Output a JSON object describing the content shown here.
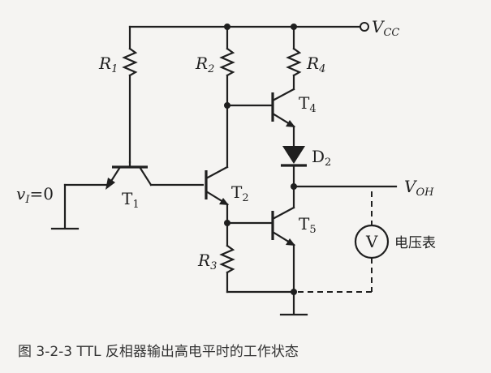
{
  "labels": {
    "vcc_main": "V",
    "vcc_sub": "CC",
    "voh_main": "V",
    "voh_sub": "OH",
    "vi_main": "v",
    "vi_sub": "I",
    "vi_value": "=0",
    "r1_main": "R",
    "r1_sub": "1",
    "r2_main": "R",
    "r2_sub": "2",
    "r3_main": "R",
    "r3_sub": "3",
    "r4_main": "R",
    "r4_sub": "4",
    "t1_main": "T",
    "t1_sub": "1",
    "t2_main": "T",
    "t2_sub": "2",
    "t4_main": "T",
    "t4_sub": "4",
    "t5_main": "T",
    "t5_sub": "5",
    "d2_main": "D",
    "d2_sub": "2",
    "voltmeter_symbol": "V",
    "voltmeter_label": "电压表"
  },
  "caption": "图 3-2-3   TTL 反相器输出高电平时的工作状态"
}
